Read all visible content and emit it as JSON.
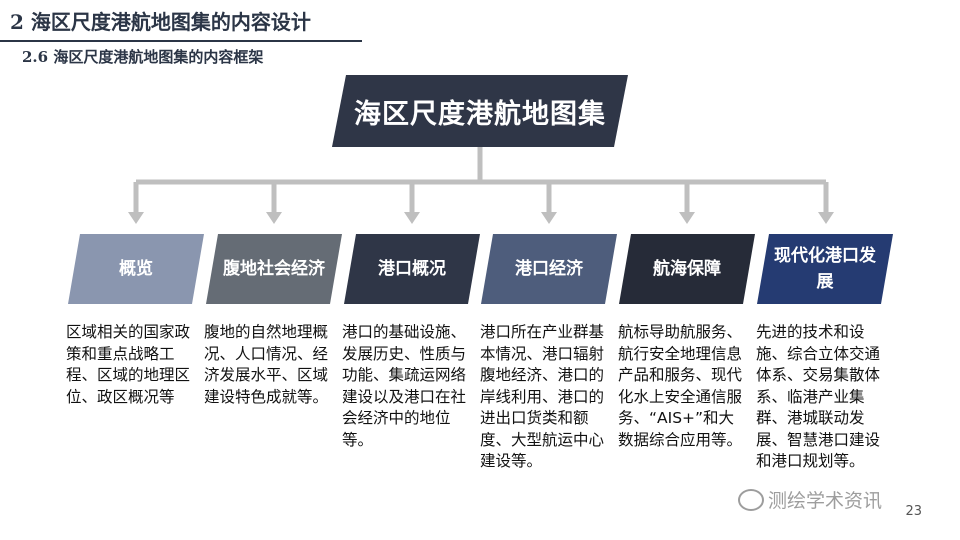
{
  "header": {
    "title": "2 海区尺度港航地图集的内容设计",
    "subtitle": "2.6 海区尺度港航地图集的内容框架"
  },
  "root": {
    "label": "海区尺度港航地图集"
  },
  "categories": [
    {
      "label": "概览",
      "color": "#8a96af",
      "description": "区域相关的国家政策和重点战略工程、区域的地理区位、政区概况等"
    },
    {
      "label": "腹地社会经济",
      "color": "#656c75",
      "description": "腹地的自然地理概况、人口情况、经济发展水平、区域建设特色成就等。"
    },
    {
      "label": "港口概况",
      "color": "#2f3647",
      "description": "港口的基础设施、发展历史、性质与功能、集疏运网络建设以及港口在社会经济中的地位等。"
    },
    {
      "label": "港口经济",
      "color": "#4e5d7c",
      "description": "港口所在产业群基本情况、港口辐射腹地经济、港口的岸线利用、港口的进出口货类和额度、大型航运中心建设等。"
    },
    {
      "label": "航海保障",
      "color": "#262b38",
      "description": "航标导助航服务、航行安全地理信息产品和服务、现代化水上安全通信服务、“AIS+”和大数据综合应用等。"
    },
    {
      "label": "现代化港口发展",
      "color": "#253b72",
      "description": "先进的技术和设施、综合立体交通体系、交易集散体系、临港产业集群、港城联动发展、智慧港口建设和港口规划等。"
    }
  ],
  "footer": {
    "page_number": "23",
    "watermark": "测绘学术资讯"
  },
  "colors": {
    "connector": "#bfbfbf",
    "heading": "#2b3546"
  }
}
